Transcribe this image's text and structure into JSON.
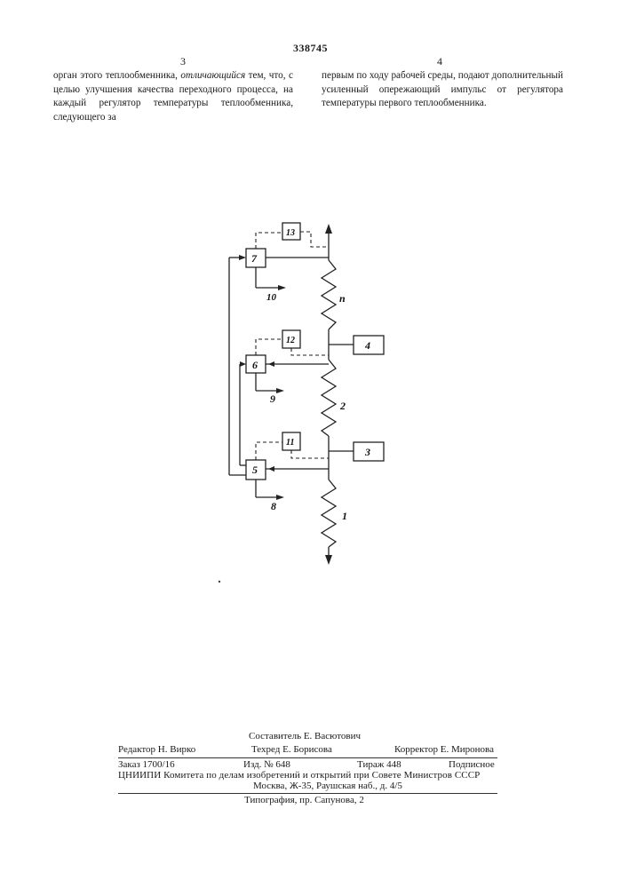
{
  "header": {
    "patent_number": "338745",
    "column_left_number": "3",
    "column_right_number": "4"
  },
  "text": {
    "left_column": "орган этого теплообменника, отличающийся тем, что, с целью улучшения качества переходного процесса, на каждый регулятор температуры теплообменника, следующего за",
    "left_column_prefix": "орган этого теплообменника, ",
    "left_column_emphasis": "отличающийся",
    "left_column_rest": " тем, что, с целью улучшения качества переходного процесса, на каждый регулятор температуры теплообменника, следующего за",
    "right_column": "первым по ходу рабочей среды, подают дополнительный усиленный опережающий импульс от регулятора температуры первого теплообменника."
  },
  "diagram": {
    "labels": {
      "n": "n",
      "two": "2",
      "one": "1",
      "three": "3",
      "four": "4",
      "five": "5",
      "six": "6",
      "seven": "7",
      "eight": "8",
      "nine": "9",
      "ten": "10",
      "eleven": "11",
      "twelve": "12",
      "thirteen": "13"
    }
  },
  "footer": {
    "composer": "Составитель Е. Васютович",
    "editor": "Редактор Н. Вирко",
    "techred": "Техред Е. Борисова",
    "corrector": "Корректор Е. Миронова",
    "order": "Заказ 1700/16",
    "edition": "Изд. № 648",
    "circulation": "Тираж 448",
    "subscription": "Подписное",
    "org_line1": "ЦНИИПИ Комитета по делам изобретений и открытий при Совете Министров СССР",
    "org_line2": "Москва, Ж-35, Раушская наб., д. 4/5",
    "printing": "Типография, пр. Сапунова, 2"
  }
}
